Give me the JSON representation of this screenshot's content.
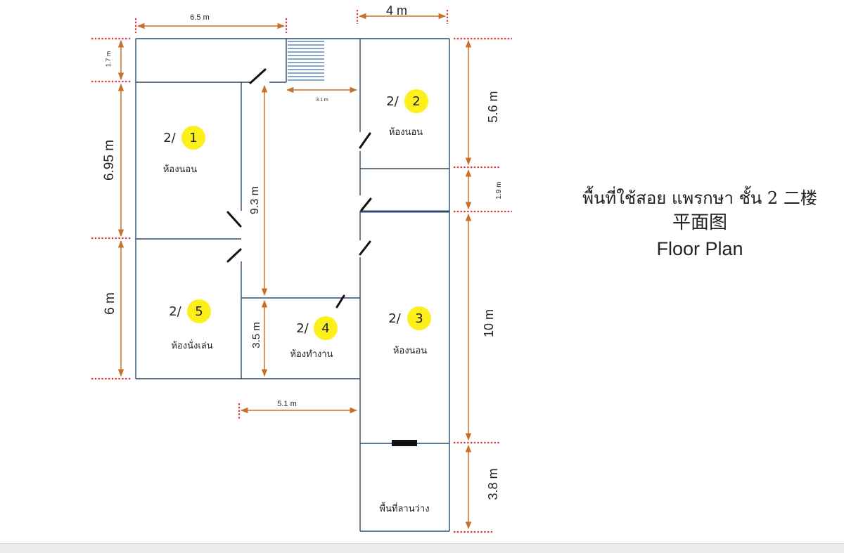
{
  "title": {
    "line1": "พื้นที่ใช้สอย  แพรกษา ชั้น 2  二楼",
    "line2": "平面图",
    "line3": "Floor Plan"
  },
  "rooms": [
    {
      "floor": "2/",
      "number": "1",
      "name": "ห้องนอน"
    },
    {
      "floor": "2/",
      "number": "2",
      "name": "ห้องนอน"
    },
    {
      "floor": "2/",
      "number": "3",
      "name": "ห้องนอน"
    },
    {
      "floor": "2/",
      "number": "4",
      "name": "ห้องทำงาน"
    },
    {
      "floor": "2/",
      "number": "5",
      "name": "ห้องนั่งเล่น"
    }
  ],
  "open_area": "พื้นที่ลานว่าง",
  "dimensions": {
    "top_left_width": "6.5 m",
    "top_right_width": "4 m",
    "corridor_width": "3.1 m",
    "bottom_width": "5.1 m",
    "left_strip": "1.7 m",
    "left_room1": "6.95 m",
    "left_room5": "6 m",
    "center_height": "9.3 m",
    "room4_height": "3.5 m",
    "right_room2": "5.6 m",
    "right_gap": "1.9 m",
    "right_room3": "10 m",
    "right_open": "3.8 m"
  },
  "colors": {
    "wall": "#2e4a6b",
    "dimension": "#c8702a",
    "marker": "#d63a3a",
    "badge": "#fdf01a",
    "stair": "#3d6fa6"
  }
}
